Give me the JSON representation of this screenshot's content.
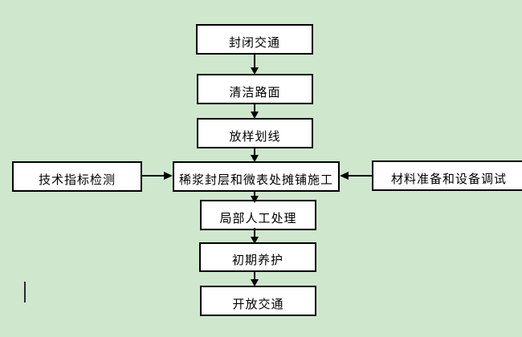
{
  "colors": {
    "canvas_background": "#cfe7cd",
    "node_fill": "#ffffff",
    "node_border": "#000000",
    "node_text": "#000000",
    "arrow": "#000000",
    "caret": "#2c2838"
  },
  "flowchart": {
    "nodes": {
      "close_traffic": {
        "label": "封闭交通"
      },
      "clean_road": {
        "label": "清洁路面"
      },
      "layout_marking": {
        "label": "放样划线"
      },
      "main_construction": {
        "label": "稀浆封层和微表处摊铺施工"
      },
      "tech_inspection": {
        "label": "技术指标检测"
      },
      "material_prep": {
        "label": "材料准备和设备调试"
      },
      "local_manual": {
        "label": "局部人工处理"
      },
      "initial_curing": {
        "label": "初期养护"
      },
      "open_traffic": {
        "label": "开放交通"
      }
    },
    "edges": [
      {
        "from": "close_traffic",
        "to": "clean_road"
      },
      {
        "from": "clean_road",
        "to": "layout_marking"
      },
      {
        "from": "layout_marking",
        "to": "main_construction"
      },
      {
        "from": "tech_inspection",
        "to": "main_construction"
      },
      {
        "from": "material_prep",
        "to": "main_construction"
      },
      {
        "from": "main_construction",
        "to": "local_manual"
      },
      {
        "from": "local_manual",
        "to": "initial_curing"
      },
      {
        "from": "initial_curing",
        "to": "open_traffic"
      }
    ]
  }
}
